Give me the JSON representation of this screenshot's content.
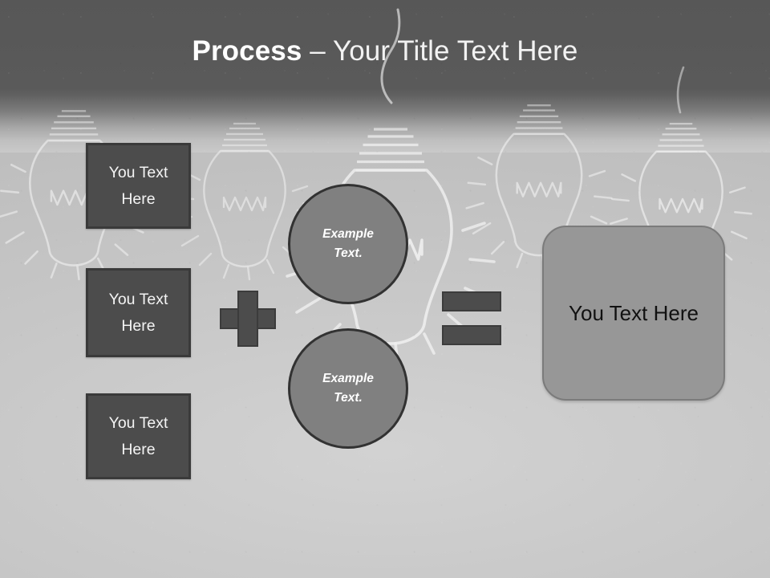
{
  "slide": {
    "title": {
      "strong": "Process",
      "rest": " – Your Title Text Here"
    },
    "background": {
      "top_band_color": "#575757",
      "base_color": "#c9c9c9",
      "motif": "hand-drawn-lightbulbs",
      "bulb_count": 5
    }
  },
  "inputs": [
    {
      "label": "You Text\nHere",
      "fill": "#4c4c4c",
      "border": "#3a3a3a",
      "text_color": "#f4f4f4"
    },
    {
      "label": "You Text\nHere",
      "fill": "#4c4c4c",
      "border": "#3a3a3a",
      "text_color": "#f4f4f4"
    },
    {
      "label": "You Text\nHere",
      "fill": "#4c4c4c",
      "border": "#3a3a3a",
      "text_color": "#f4f4f4"
    }
  ],
  "operators": {
    "plus": {
      "symbol": "+",
      "name": "plus-operator",
      "fill": "#4c4c4c",
      "border": "#3c3c3c"
    },
    "equals": {
      "symbol": "=",
      "name": "equals-operator",
      "fill": "#4c4c4c",
      "border": "#3c3c3c"
    }
  },
  "circles": [
    {
      "label": "Example\nText.",
      "fill": "#808080",
      "border": "#323232",
      "text_color": "#ffffff"
    },
    {
      "label": "Example\nText.",
      "fill": "#808080",
      "border": "#323232",
      "text_color": "#ffffff"
    }
  ],
  "result": {
    "label": "You Text Here",
    "fill": "#979797",
    "border": "#7b7b7b",
    "text_color": "#111111"
  }
}
